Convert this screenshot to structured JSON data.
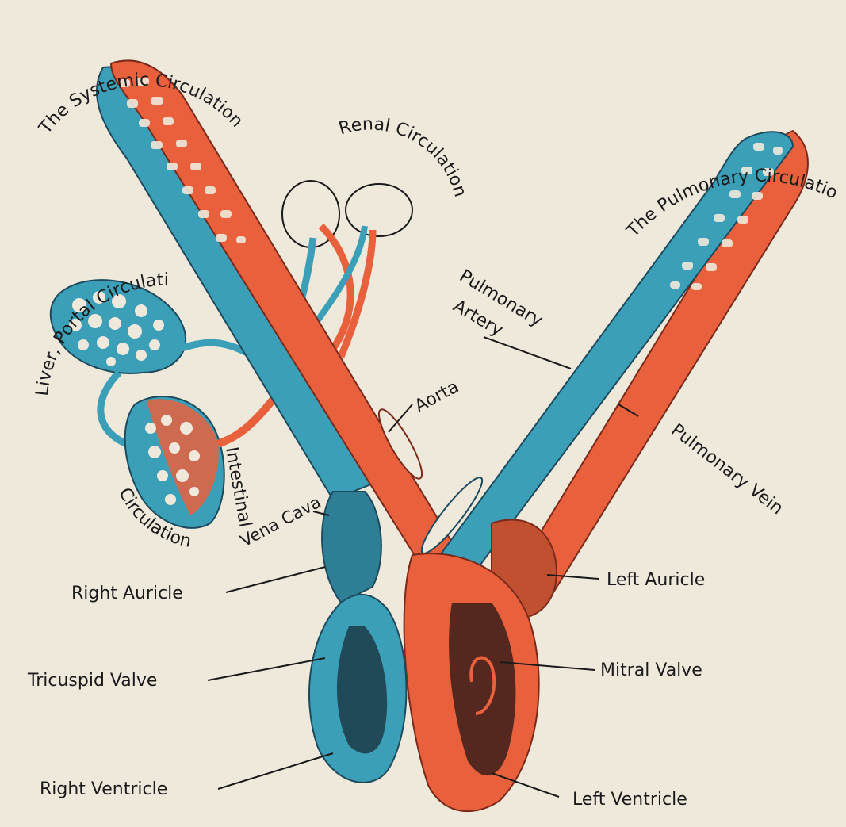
{
  "labels": {
    "systemic": "The Systemic Circulation",
    "pulmonary": "The Pulmonary Circulation",
    "renal": "Renal Circulation",
    "portal": "Liver, Portal Circulation",
    "intestinal_1": "Intestinal",
    "intestinal_2": "Circulation",
    "pulmonary_artery_1": "Pulmonary",
    "pulmonary_artery_2": "Artery",
    "aorta": "Aorta",
    "pulmonary_vein": "Pulmonary Vein",
    "vena_cava": "Vena Cava",
    "right_auricle": "Right Auricle",
    "left_auricle": "Left Auricle",
    "tricuspid_valve": "Tricuspid Valve",
    "mitral_valve": "Mitral Valve",
    "right_ventricle": "Right Ventricle",
    "left_ventricle": "Left Ventricle"
  },
  "colors": {
    "background": "#efe9dc",
    "arterial_red": "#e8603c",
    "venous_blue": "#3c9fb8",
    "ink": "#1a1a1a",
    "dark_red": "#7a2a1a",
    "dark_blue": "#1d4a5c"
  }
}
